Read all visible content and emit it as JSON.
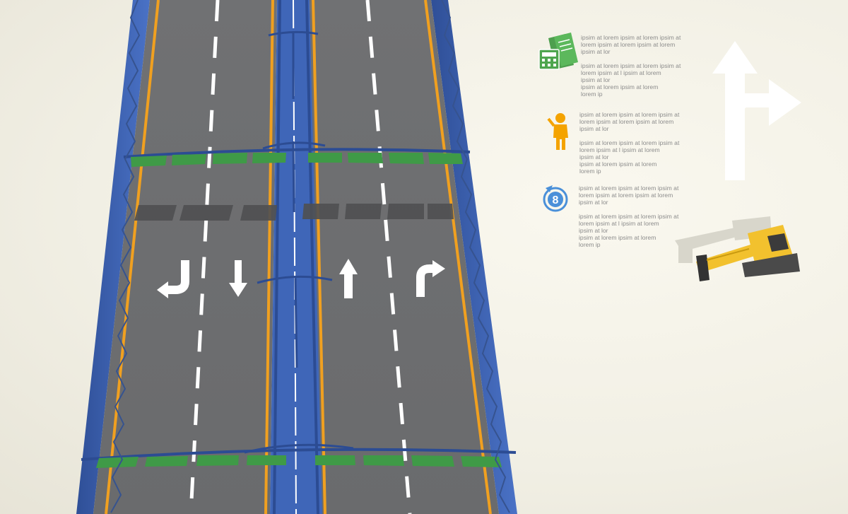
{
  "colors": {
    "asphalt": "#6d6e70",
    "median_blue": "#3f66b8",
    "edge_yellow": "#f0a020",
    "lane_marking": "#ffffff",
    "sign_green": "#3f9a47",
    "icon_green": "#5cb85c",
    "icon_orange": "#f4a300",
    "icon_blue": "#4a90d9",
    "excavator_yellow": "#f2c12e",
    "info_text": "#8c8c8c"
  },
  "icons": {
    "document": "document-calculator-icon",
    "worker": "worker-icon",
    "cycle": "cycle-eight-icon",
    "big_arrow": "turn-right-arrow-icon",
    "machine": "excavator-icon"
  },
  "road_arrows": [
    "turn-left",
    "straight-down",
    "straight-up",
    "turn-right"
  ],
  "info": {
    "items": [
      {
        "icon_label": "",
        "text_a": "ipsim at lorem ipsim at lorem ipsim at\nlorem ipsim at lorem ipsim at lorem\nipsim at lor",
        "text_b": "ipsim at lorem ipsim at lorem ipsim at\nlorem ipsim at l ipsim at lorem\nipsim at lor\nipsim at lorem ipsim at lorem\nlorem ip"
      },
      {
        "icon_label": "",
        "text_a": "ipsim at lorem ipsim at lorem ipsim at\nlorem ipsim at lorem ipsim at lorem\nipsim at lor",
        "text_b": "ipsim at lorem ipsim at lorem ipsim at\nlorem ipsim at l ipsim at lorem\nipsim at lor\nipsim at lorem ipsim at lorem\nlorem ip"
      },
      {
        "icon_label": "8",
        "text_a": "ipsim at lorem ipsim at lorem ipsim at\nlorem ipsim at lorem ipsim at lorem\nipsim at lor",
        "text_b": "ipsim at lorem ipsim at lorem ipsim at\nlorem ipsim at l ipsim at lorem\nipsim at lor\nipsim at lorem ipsim at lorem\nlorem ip"
      }
    ]
  }
}
